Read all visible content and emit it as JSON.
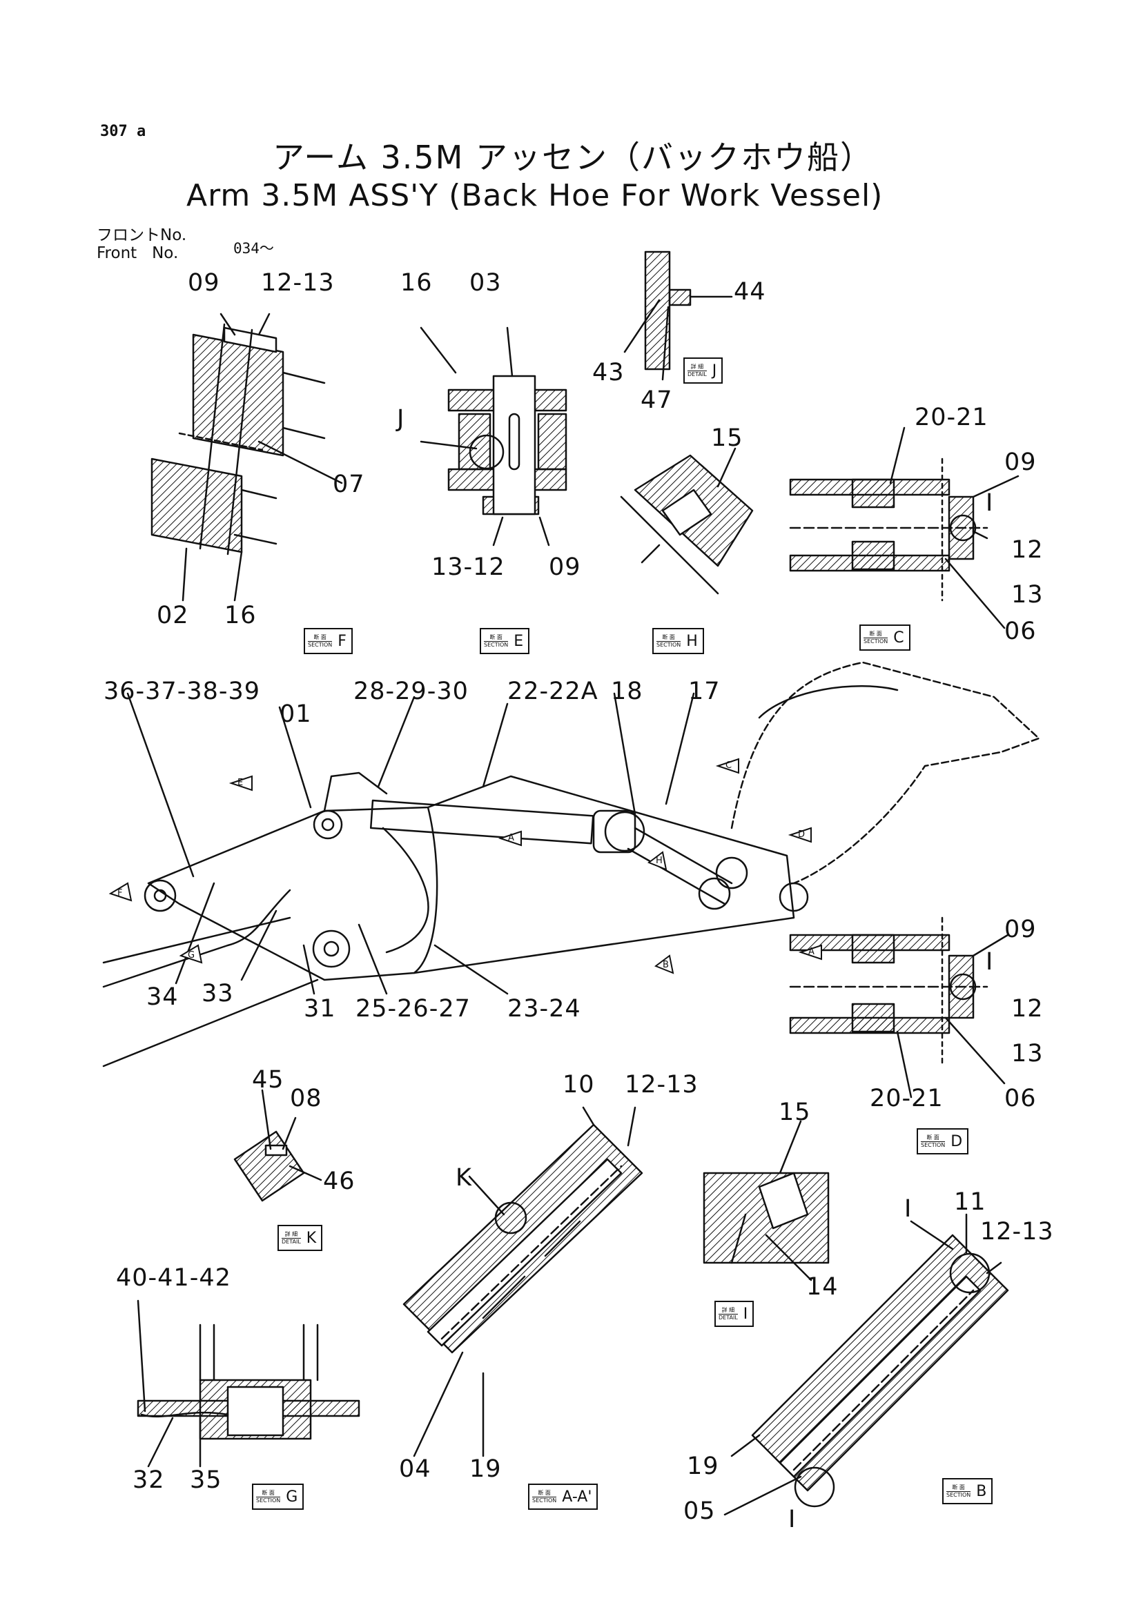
{
  "page_number": "307 a",
  "title_jp": "アーム 3.5M アッセン（バックホウ船）",
  "title_en": "Arm 3.5M ASS'Y (Back Hoe For Work Vessel)",
  "front_no": {
    "label_jp": "フロントNo.",
    "label_en": "Front   No.",
    "value": "034～"
  },
  "callouts": [
    "09",
    "12-13",
    "07",
    "02",
    "16",
    "16",
    "03",
    "J",
    "13-12",
    "09",
    "44",
    "43",
    "47",
    "15",
    "20-21",
    "09",
    "I",
    "12",
    "13",
    "06",
    "36-37-38-39",
    "01",
    "28-29-30",
    "22-22A",
    "18",
    "17",
    "34",
    "33",
    "31",
    "25-26-27",
    "23-24",
    "09",
    "I",
    "12",
    "13",
    "20-21",
    "06",
    "45",
    "08",
    "46",
    "10",
    "12-13",
    "K",
    "04",
    "19",
    "15",
    "14",
    "I",
    "11",
    "12-13",
    "19",
    "05",
    "I",
    "40-41-42",
    "32",
    "35"
  ],
  "section_tags": [
    {
      "kind_jp": "断 面",
      "kind_en": "SECTION",
      "id": "F"
    },
    {
      "kind_jp": "断 面",
      "kind_en": "SECTION",
      "id": "E"
    },
    {
      "kind_jp": "断 面",
      "kind_en": "SECTION",
      "id": "H"
    },
    {
      "kind_jp": "断 面",
      "kind_en": "SECTION",
      "id": "C"
    },
    {
      "kind_jp": "詳 細",
      "kind_en": "DETAIL",
      "id": "J"
    },
    {
      "kind_jp": "断 面",
      "kind_en": "SECTION",
      "id": "D"
    },
    {
      "kind_jp": "詳 細",
      "kind_en": "DETAIL",
      "id": "K"
    },
    {
      "kind_jp": "詳 細",
      "kind_en": "DETAIL",
      "id": "I"
    },
    {
      "kind_jp": "断 面",
      "kind_en": "SECTION",
      "id": "G"
    },
    {
      "kind_jp": "断 面",
      "kind_en": "SECTION",
      "id": "A-A'"
    },
    {
      "kind_jp": "断 面",
      "kind_en": "SECTION",
      "id": "B"
    }
  ],
  "view_markers": [
    "E",
    "A",
    "H",
    "C",
    "D",
    "A",
    "B",
    "F",
    "G"
  ]
}
